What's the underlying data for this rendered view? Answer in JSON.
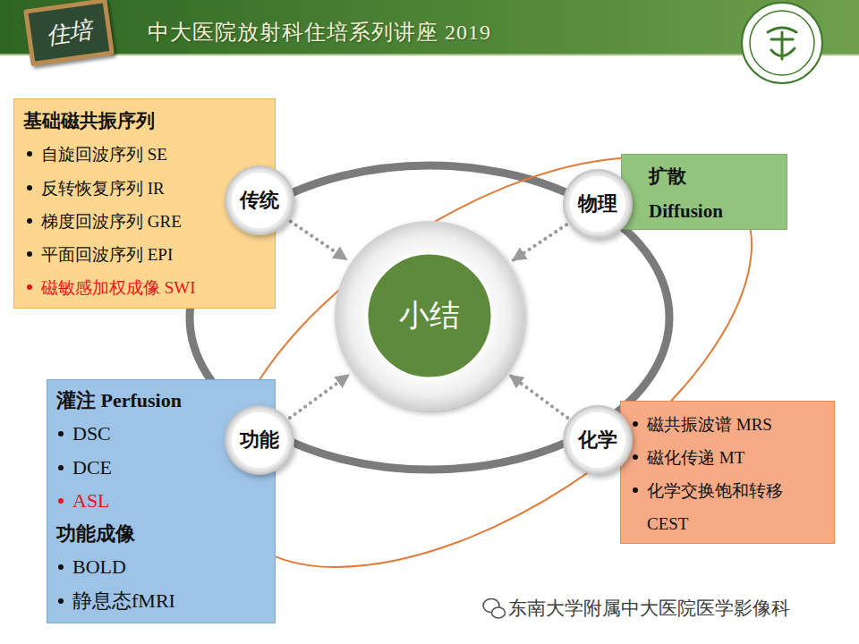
{
  "diagram": {
    "title": "中大医院放射科住培系列讲座 2019",
    "nodes": [
      {
        "text": [
          "基础磁共振序列",
          "自旋回波序列 SE",
          "反转恢复序列 IR",
          "梯度回波序列 GRE",
          "平面回波序列 EPI",
          "磁敏感加权成像 SWI"
        ]
      },
      {
        "text": [
          "传统"
        ]
      },
      {
        "text": [
          "物理"
        ]
      },
      {
        "text": [
          "扩散 Diffusion"
        ]
      },
      {
        "text": [
          "小结"
        ]
      },
      {
        "text": [
          "灌注 Perfusion",
          "DSC",
          "DCE",
          "ASL",
          "功能成像",
          "BOLD",
          "静息态fMRI"
        ]
      },
      {
        "text": [
          "功能"
        ]
      },
      {
        "text": [
          "化学"
        ]
      },
      {
        "text": [
          "磁共振波谱 MRS",
          "磁化传递 MT",
          "化学交换饱和转移 CEST"
        ]
      }
    ],
    "edges": [
      {
        "from": 1,
        "to": 4,
        "arrow": "to"
      },
      {
        "from": 2,
        "to": 4,
        "arrow": "to"
      },
      {
        "from": 6,
        "to": 4,
        "arrow": "to"
      },
      {
        "from": 7,
        "to": 4,
        "arrow": "to"
      }
    ],
    "labels": [
      "住培",
      "东南大学附属中大医院医学影像科"
    ]
  }
}
